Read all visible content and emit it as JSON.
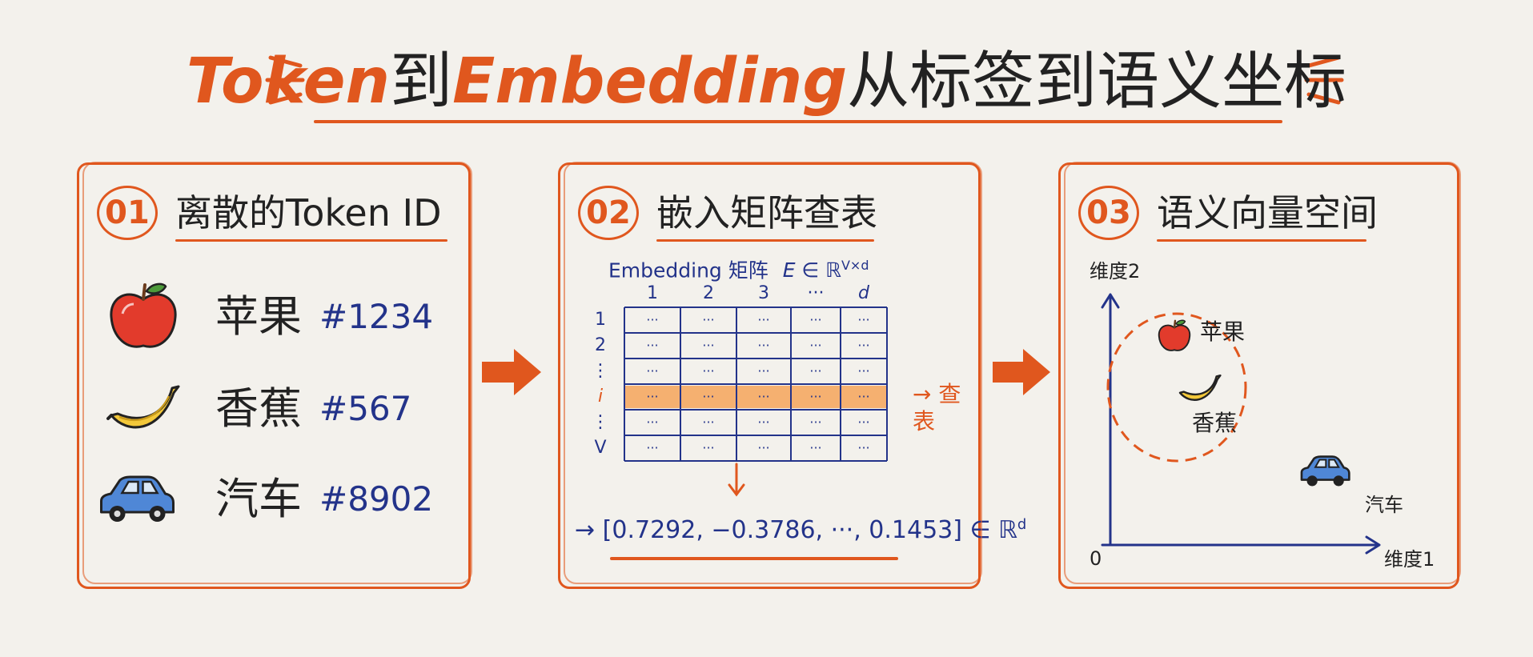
{
  "title": {
    "part1": "Token",
    "part2": "到",
    "part3": "Embedding",
    "part4": "从标签到语义坐标"
  },
  "panels": [
    {
      "step": "01",
      "heading": "离散的Token ID",
      "tokens": [
        {
          "name": "苹果",
          "id": "#1234",
          "icon": "apple-icon"
        },
        {
          "name": "香蕉",
          "id": "#567",
          "icon": "banana-icon"
        },
        {
          "name": "汽车",
          "id": "#8902",
          "icon": "car-icon"
        }
      ]
    },
    {
      "step": "02",
      "heading": "嵌入矩阵查表",
      "matrix": {
        "caption_prefix": "Embedding 矩阵",
        "caption_math": "E ∈ ℝ",
        "caption_sup": "V×d",
        "columns": [
          "1",
          "2",
          "3",
          "···",
          "d"
        ],
        "rows": [
          "1",
          "2",
          "⋮",
          "i",
          "⋮",
          "V"
        ],
        "cell": "···",
        "highlight_row_index": 3,
        "lookup_label": "→ 查表"
      },
      "output": {
        "vector": "→ [0.7292, −0.3786, ···, 0.1453] ∈ ℝ",
        "sup": "d"
      }
    },
    {
      "step": "03",
      "heading": "语义向量空间",
      "axes": {
        "y_label": "维度2",
        "x_label": "维度1",
        "origin": "0"
      },
      "points": [
        {
          "label": "苹果",
          "icon": "apple-icon"
        },
        {
          "label": "香蕉",
          "icon": "banana-icon"
        },
        {
          "label": "汽车",
          "icon": "car-icon"
        }
      ]
    }
  ],
  "colors": {
    "accent": "#e0571e",
    "ink_blue": "#23338a",
    "ink_black": "#222222",
    "highlight": "#f5a55a",
    "background": "#f3f1ec"
  }
}
